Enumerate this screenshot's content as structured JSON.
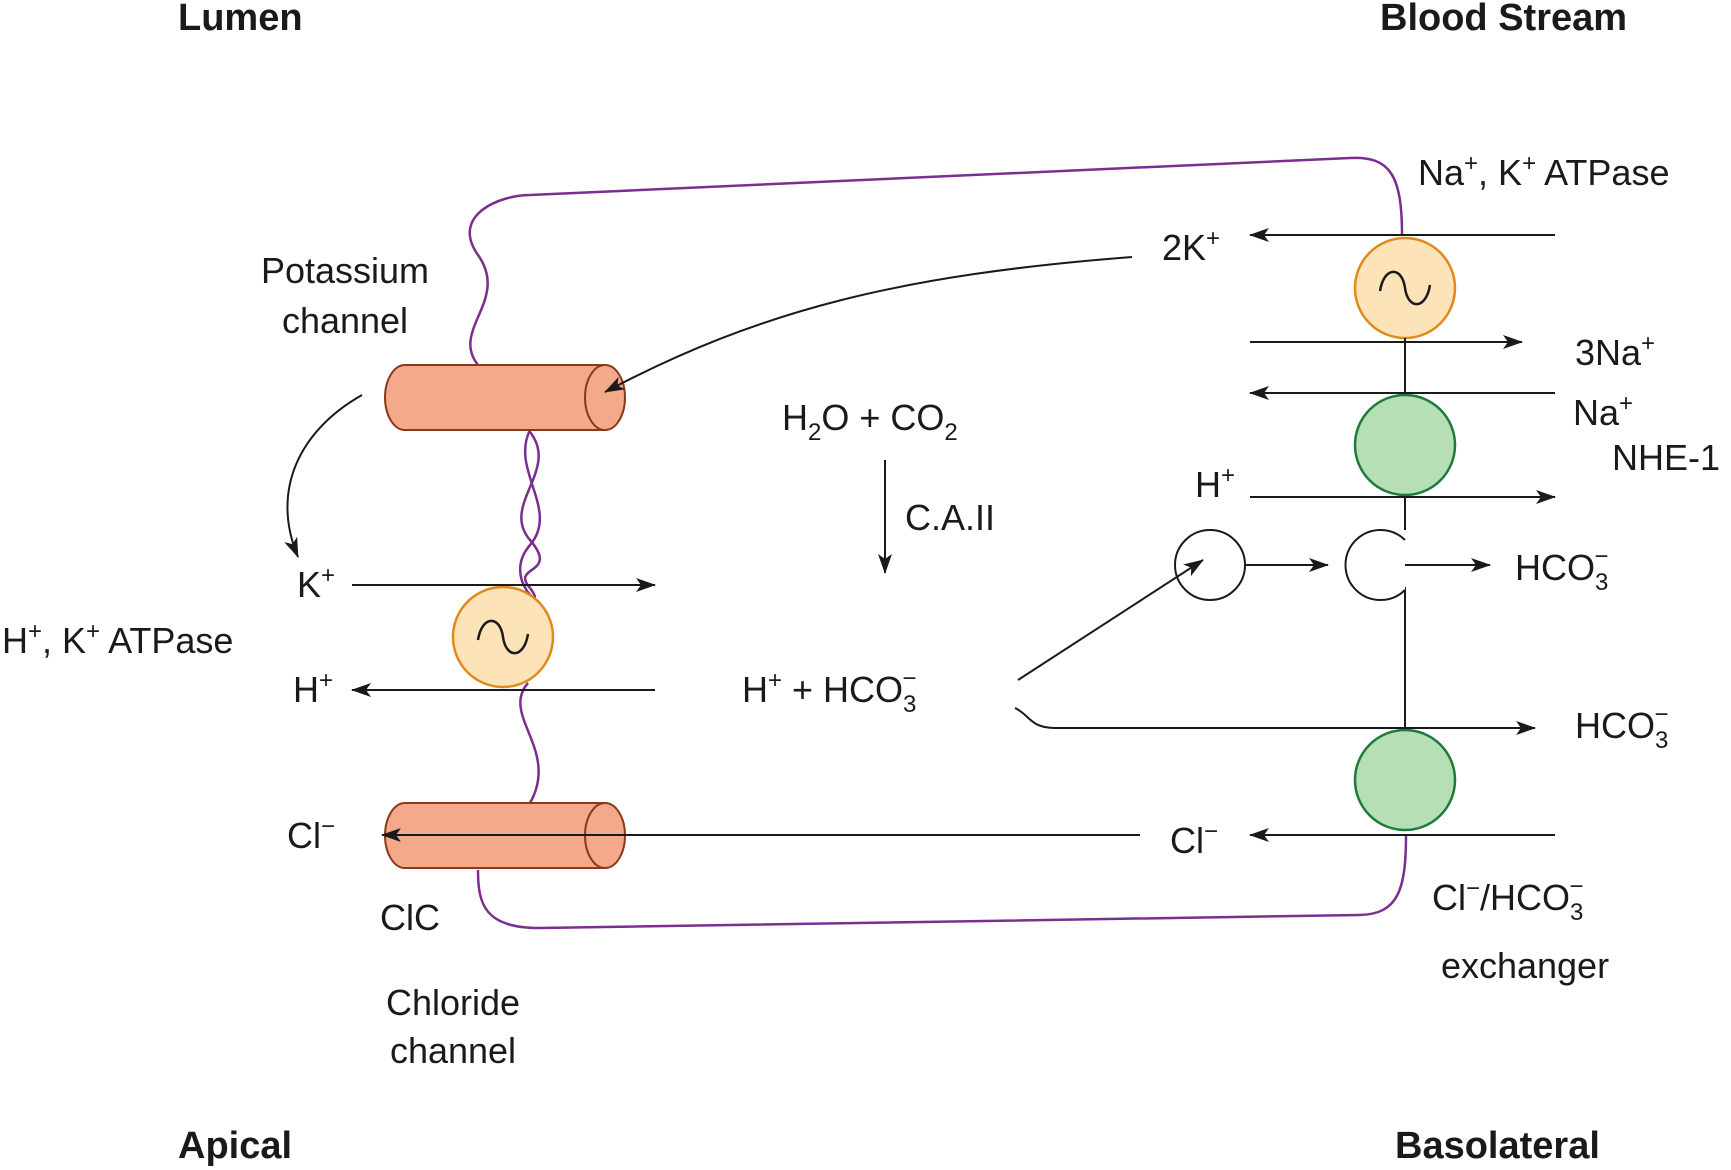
{
  "corners": {
    "lumen": "Lumen",
    "blood_stream": "Blood Stream",
    "apical": "Apical",
    "basolateral": "Basolateral"
  },
  "channels": {
    "potassium_line1": "Potassium",
    "potassium_line2": "channel",
    "clc": "ClC",
    "chloride_line1": "Chloride",
    "chloride_line2": "channel"
  },
  "pumps": {
    "hk_atpase": {
      "h": "H",
      "sep": ", K",
      "rest": " ATPase",
      "sup": "+"
    },
    "nak_atpase": {
      "na": "Na",
      "sep": ", K",
      "rest": " ATPase",
      "sup": "+"
    },
    "nhe1": "NHE-1",
    "exchanger_line1": {
      "cl": "Cl",
      "slash": "/HCO",
      "sub": "3",
      "minus": "−"
    },
    "exchanger_line2": "exchanger"
  },
  "ions": {
    "k_left": {
      "base": "K",
      "sup": "+"
    },
    "h_left": {
      "base": "H",
      "sup": "+"
    },
    "cl_left": {
      "base": "Cl",
      "sup": "−"
    },
    "two_k": {
      "base": "2K",
      "sup": "+"
    },
    "three_na": {
      "base": "3Na",
      "sup": "+"
    },
    "na_in": {
      "base": "Na",
      "sup": "+"
    },
    "h_right": {
      "base": "H",
      "sup": "+"
    },
    "hco3_top": {
      "base": "HCO",
      "sub": "3",
      "sup": "−"
    },
    "hco3_mid": {
      "base": "HCO",
      "sub": "3",
      "sup": "−"
    },
    "cl_right": {
      "base": "Cl",
      "sup": "−"
    }
  },
  "reactions": {
    "h2o_co2": {
      "h": "H",
      "sub2": "2",
      "mid": "O + CO",
      "sub": "2"
    },
    "enzyme": "C.A.II",
    "h_hco3": {
      "h": "H",
      "sup": "+",
      "mid": " + HCO",
      "sub": "3",
      "minus": "−"
    }
  },
  "colors": {
    "membrane": "#7a2e8e",
    "channel_fill": "#f4a98a",
    "channel_stroke": "#8a3a1c",
    "atpase_fill": "#fde3b8",
    "atpase_stroke": "#e08a1e",
    "exchanger_fill": "#b6dfb6",
    "exchanger_stroke": "#1e7a3a",
    "line": "#1a1a1a"
  }
}
